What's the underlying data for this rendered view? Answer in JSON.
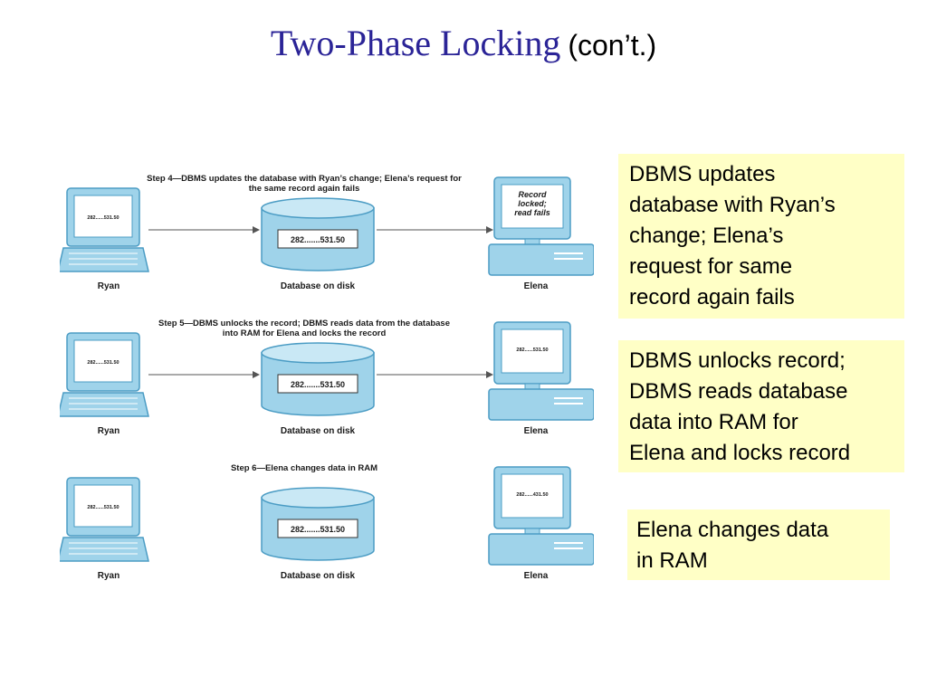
{
  "title": {
    "main": "Two-Phase Locking",
    "sub": "(con’t.)"
  },
  "steps": [
    {
      "caption_lines": [
        "Step 4—DBMS updates the database with Ryan’s change; Elena’s request for",
        "the same record again fails"
      ],
      "ryan_screen": "282......531.50",
      "database_value": "282.......531.50",
      "elena_screen_lines": [
        "Record",
        "locked;",
        "read fails"
      ],
      "labels": {
        "user1": "Ryan",
        "database": "Database on disk",
        "user2": "Elena"
      }
    },
    {
      "caption_lines": [
        "Step 5—DBMS unlocks the record; DBMS reads data from the database",
        "into RAM for Elena and locks the record"
      ],
      "ryan_screen": "282......531.50",
      "database_value": "282.......531.50",
      "elena_screen_lines": [
        "282......531.50"
      ],
      "labels": {
        "user1": "Ryan",
        "database": "Database on disk",
        "user2": "Elena"
      }
    },
    {
      "caption_lines": [
        "Step 6—Elena changes data in RAM"
      ],
      "ryan_screen": "282......531.50",
      "database_value": "282.......531.50",
      "elena_screen_lines": [
        "282......431.50"
      ],
      "labels": {
        "user1": "Ryan",
        "database": "Database on disk",
        "user2": "Elena"
      }
    }
  ],
  "notes": [
    "DBMS updates\ndatabase with Ryan’s\nchange; Elena’s\nrequest for same\nrecord again fails",
    "DBMS unlocks record;\nDBMS reads database\ndata into RAM for\nElena and locks record",
    "Elena changes data\nin RAM"
  ],
  "colors": {
    "title": "#2b2497",
    "note_background": "#ffffc6",
    "device_fill": "#9fd3ea",
    "device_stroke": "#4b9cc4",
    "screen_fill": "#ffffff"
  }
}
